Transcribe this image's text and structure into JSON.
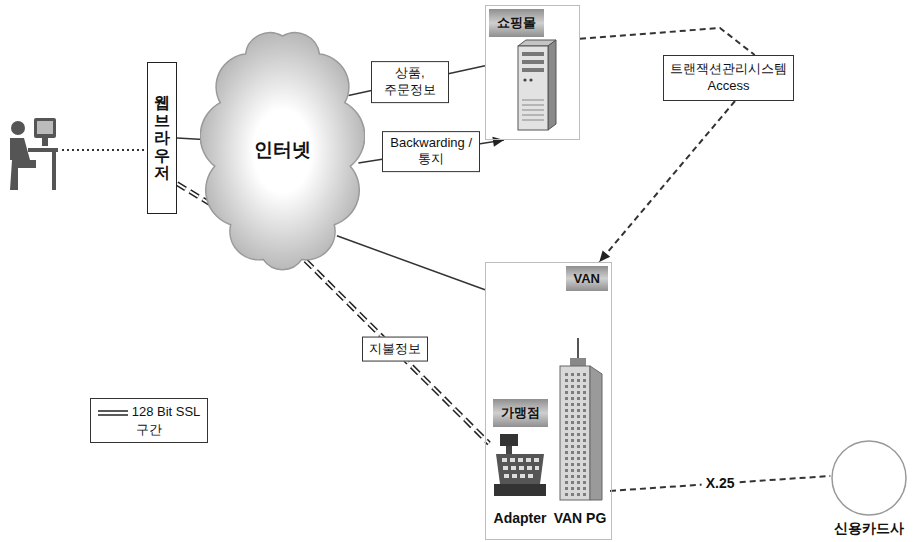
{
  "diagram": {
    "nodes": [
      {
        "text": [
          "웹브라우저"
        ]
      },
      {
        "text": [
          "인터넷"
        ]
      },
      {
        "text": [
          "쇼핑몰"
        ]
      },
      {
        "text": [
          "트랜잭션관리시스템 Access"
        ]
      },
      {
        "text": [
          "VAN"
        ]
      },
      {
        "text": [
          "가맹점",
          "Adapter"
        ],
        "in": 4
      },
      {
        "text": [
          "VAN PG"
        ],
        "in": 4
      },
      {
        "text": [
          "신용카드사"
        ]
      }
    ],
    "edges": [
      {
        "from": 0,
        "to": 1,
        "arrow": "none"
      },
      {
        "from": 0,
        "to": 5,
        "label": "지불정보",
        "arrow": "none"
      },
      {
        "from": 1,
        "to": 2,
        "label": "상품, 주문정보",
        "arrow": "none"
      },
      {
        "from": 1,
        "to": 2,
        "label": "Backwarding /통지",
        "arrow": "to"
      },
      {
        "from": 1,
        "to": 4,
        "arrow": "none"
      },
      {
        "from": 2,
        "to": 3,
        "arrow": "none"
      },
      {
        "from": 3,
        "to": 4,
        "arrow": "to"
      },
      {
        "from": 6,
        "to": 7,
        "label": "X.25",
        "arrow": "none"
      }
    ],
    "legend": [
      {
        "text": "128 Bit SSL 구간"
      }
    ]
  }
}
